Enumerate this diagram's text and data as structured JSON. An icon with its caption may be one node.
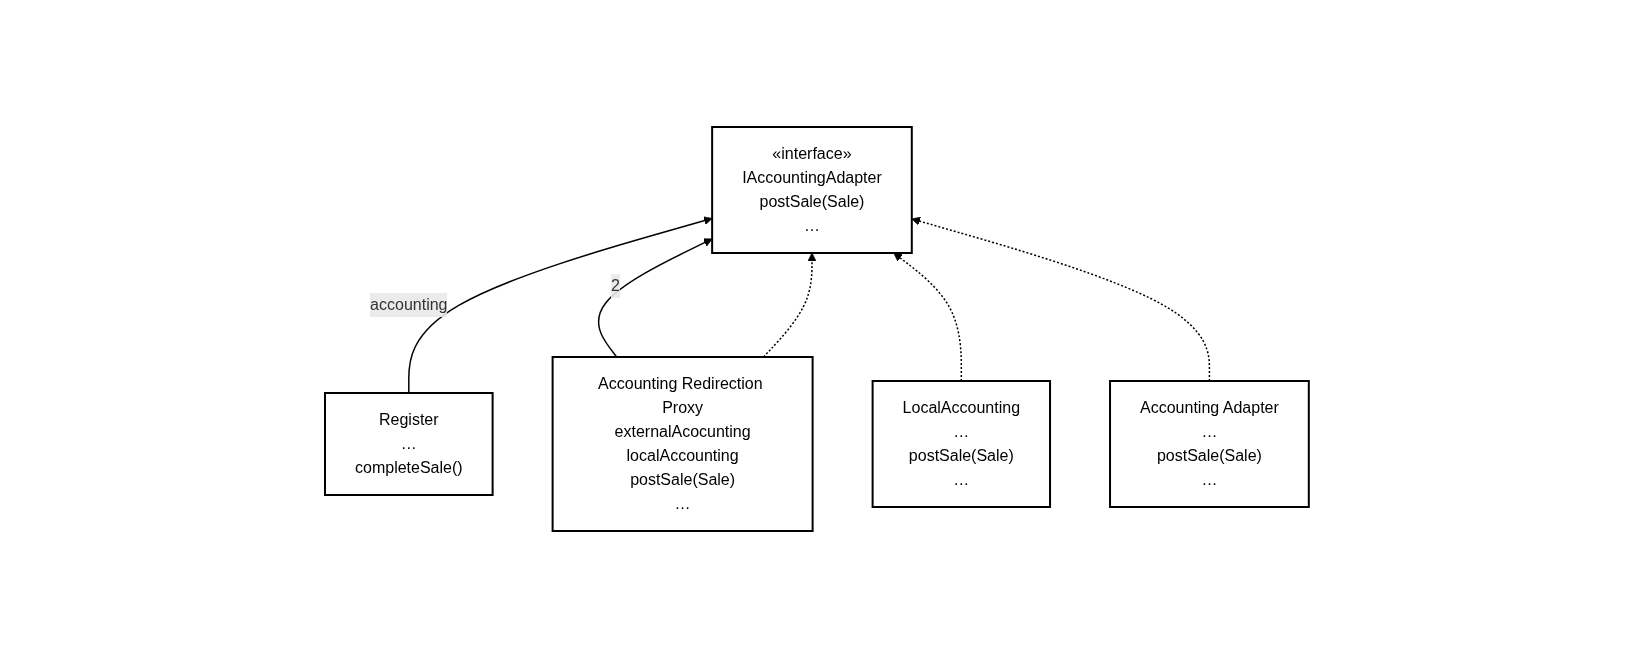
{
  "diagram": {
    "nodes": [
      {
        "text": [
          "Register",
          "…",
          "completeSale()"
        ]
      },
      {
        "text": [
          "«interface»",
          "IAccountingAdapter",
          "postSale(Sale)",
          "…"
        ]
      },
      {
        "text": [
          "Accounting Redirection Proxy",
          "externalAcocunting",
          "localAccounting",
          "postSale(Sale)",
          "…"
        ]
      },
      {
        "text": [
          "LocalAccounting",
          "…",
          "postSale(Sale)",
          "…"
        ]
      },
      {
        "text": [
          "Accounting Adapter",
          "…",
          "postSale(Sale)",
          "…"
        ]
      }
    ],
    "edges": [
      {
        "from": 0,
        "to": 1,
        "arrow": "to",
        "label": "accounting"
      },
      {
        "from": 2,
        "to": 1,
        "arrow": "to",
        "label": "2"
      },
      {
        "from": 2,
        "to": 1,
        "arrow": "to",
        "style": "dashed"
      },
      {
        "from": 3,
        "to": 1,
        "arrow": "to",
        "style": "dashed"
      },
      {
        "from": 4,
        "to": 1,
        "arrow": "to",
        "style": "dashed"
      }
    ]
  }
}
